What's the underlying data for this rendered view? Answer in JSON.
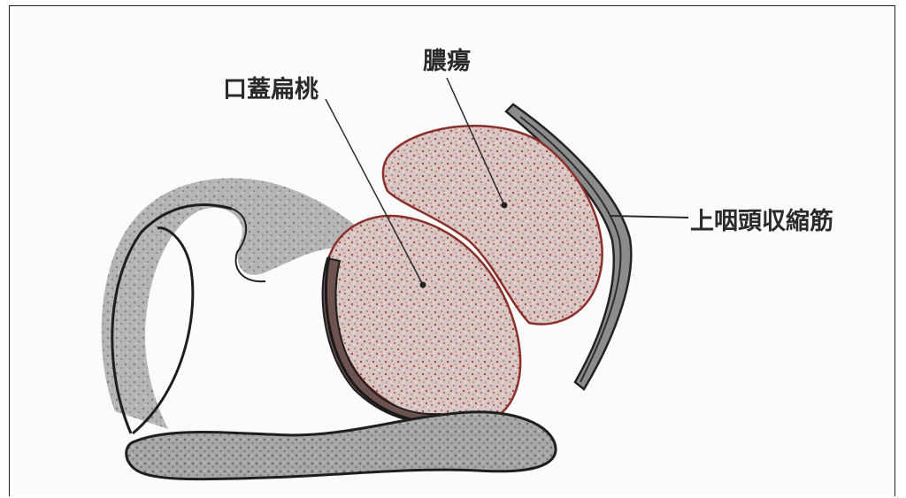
{
  "labels": {
    "palatine_tonsil": "口蓋扁桃",
    "abscess": "膿瘍",
    "superior_constrictor": "上咽頭収縮筋"
  },
  "colors": {
    "stipple_red": "#9a3a35",
    "gray_tissue": "#a8a8a8",
    "muscle_dark": "#3a3a3a",
    "outline": "#1e1e1e"
  }
}
